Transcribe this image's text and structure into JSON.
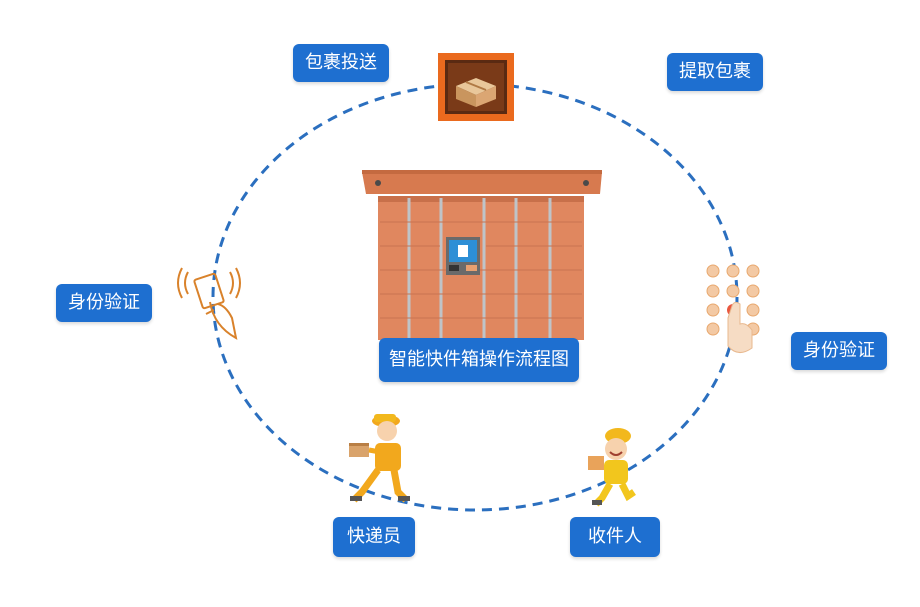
{
  "title": "智能快件箱操作流程图",
  "steps": {
    "deliver_parcel": "包裹投送",
    "pickup_parcel": "提取包裹",
    "id_verify_left": "身份验证",
    "id_verify_right": "身份验证",
    "courier": "快递员",
    "recipient": "收件人"
  },
  "icons": {
    "package": "package-icon",
    "locker": "parcel-locker-icon",
    "card_tap": "card-tap-icon",
    "keypad": "keypad-icon",
    "courier": "courier-icon",
    "recipient": "recipient-icon"
  },
  "colors": {
    "label_bg": "#1e6fd0",
    "circle": "#2b6fbf",
    "locker": "#e0875f",
    "package_frame": "#ea6a1e"
  }
}
